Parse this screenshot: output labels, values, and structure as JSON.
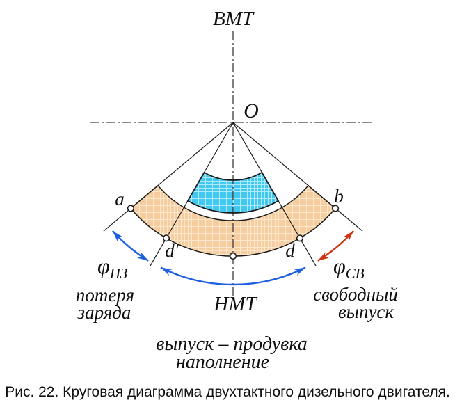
{
  "colors": {
    "band_fill": "#F6CD9E",
    "band_hatch": "#FBE7CD",
    "sector_fill": "#41C8F1",
    "sector_hatch": "#B0EAFA",
    "arrow_blue": "#1E5FE0",
    "arrow_red": "#CE3514",
    "line_color": "#1a1a1a",
    "text_color": "#101010"
  },
  "diagram": {
    "top_dead_center": "ВМТ",
    "bottom_dead_center": "НМТ",
    "center_label": "O",
    "points": {
      "a": "a",
      "b": "b",
      "d_prime": "d′",
      "d": "d"
    },
    "angle_pz": {
      "symbol": "φ",
      "subscript": "ПЗ"
    },
    "angle_sv": {
      "symbol": "φ",
      "subscript": "СВ"
    },
    "charge_loss": {
      "line1": "потеря",
      "line2": "заряда"
    },
    "free_exhaust": {
      "line1": "свободный",
      "line2": "выпуск"
    },
    "bottom_phase": {
      "line1": "выпуск – продувка",
      "line2": "наполнение"
    }
  },
  "caption": "Рис. 22. Круговая диаграмма двухтактного дизельного двигателя."
}
